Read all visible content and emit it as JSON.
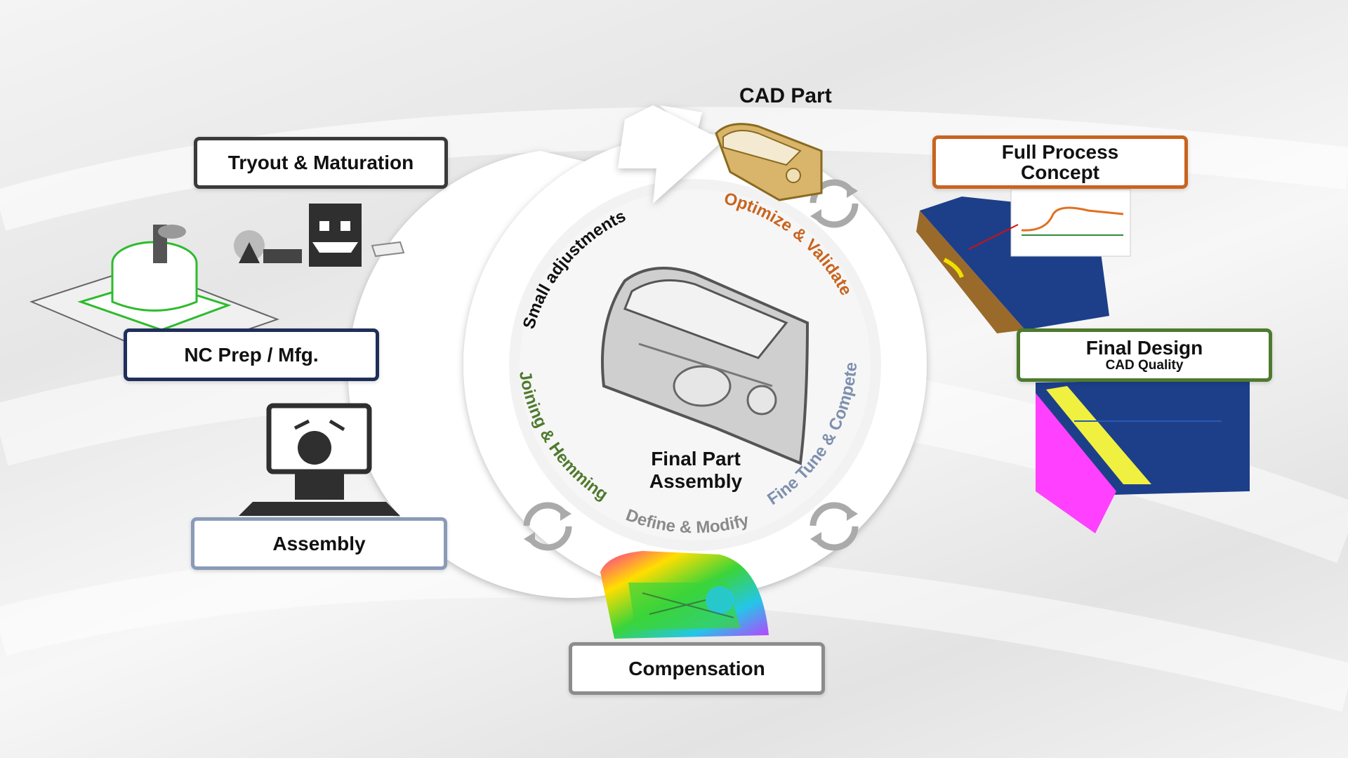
{
  "top_label": "CAD Part",
  "center_label": [
    "Final Part",
    "Assembly"
  ],
  "boxes": {
    "tryout": "Tryout & Maturation",
    "nc_prep": "NC Prep / Mfg.",
    "assembly": "Assembly",
    "compensation": "Compensation",
    "full_process": [
      "Full Process",
      "Concept"
    ],
    "final_design": "Final Design",
    "final_design_sub": "CAD Quality"
  },
  "ring_labels": {
    "small_adjustments": "Small adjustments",
    "optimize_validate": "Optimize & Validate",
    "fine_tune": "Fine Tune & Compete",
    "define_modify": "Define & Modify",
    "joining_hemming": "Joining & Hemming"
  },
  "colors": {
    "tryout_border": "#3a3a3a",
    "nc_prep_border": "#1f2f5a",
    "assembly_border": "#8a9bb8",
    "compensation_border": "#8c8c8c",
    "full_process_border": "#c8641e",
    "final_design_border": "#4e7a2e",
    "optimize_text": "#c8641e",
    "fine_tune_text": "#7e90ae",
    "define_text": "#8a8a8a",
    "joining_text": "#4e7a2e",
    "small_text": "#111111"
  },
  "icons": [
    "refresh-icon",
    "milling-machine-icon",
    "press-line-icon",
    "robot-assembly-icon",
    "door-part-image",
    "heatmap-image",
    "process-concept-image",
    "final-design-image"
  ]
}
